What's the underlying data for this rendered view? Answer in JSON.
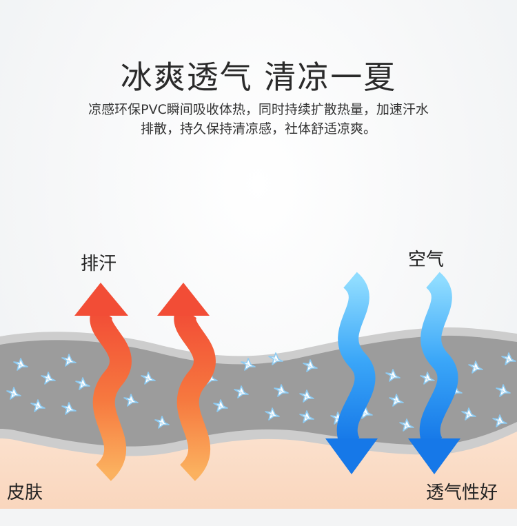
{
  "headline": "冰爽透气 清凉一夏",
  "description": {
    "line1": "凉感环保PVC瞬间吸收体热，同时持续扩散热量，加速汗水",
    "line2": "排散，持久保持清凉感，社体舒适凉爽。"
  },
  "labels": {
    "sweat": "排汗",
    "air": "空气",
    "skin": "皮肤",
    "breathable": "透气性好"
  },
  "colors": {
    "sweat_arrow_top": "#f2553a",
    "sweat_arrow_bottom": "#f9a25a",
    "air_arrow_top": "#7fd2ff",
    "air_arrow_bottom": "#1f86f0",
    "material_body": "#9b9b9b",
    "material_edge": "#c9c9c9",
    "skin": "#fbe0cc",
    "crystal": "#8ecbf2"
  },
  "icons": {
    "sweat_arrows": "wavy-up-arrow",
    "air_arrows": "wavy-down-arrow",
    "particles": "cool-crystal-icon"
  }
}
